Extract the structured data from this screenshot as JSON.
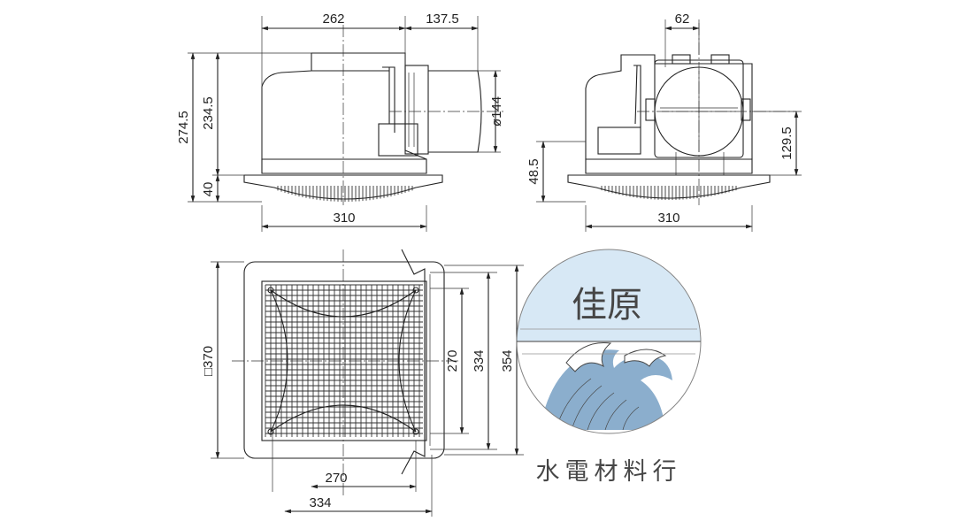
{
  "side_view": {
    "width_upper": "262",
    "duct_offset": "137.5",
    "height_total": "274.5",
    "height_body": "234.5",
    "height_grille": "40",
    "duct_diameter": "ø144",
    "width_grille": "310"
  },
  "front_view": {
    "duct_width": "62",
    "duct_center_height": "129.5",
    "grille_height": "48.5",
    "width_grille": "310"
  },
  "bottom_view": {
    "outer_square": "□370",
    "outer_side": "354",
    "mount_span": "334",
    "inner_span": "270",
    "bottom_inner": "270",
    "bottom_mount": "334"
  },
  "watermark": {
    "name": "佳原",
    "subtitle": "水電材料行",
    "colors": {
      "sky": "#d3e6f4",
      "wave": "#7fa6c8",
      "ink": "#333333"
    }
  }
}
